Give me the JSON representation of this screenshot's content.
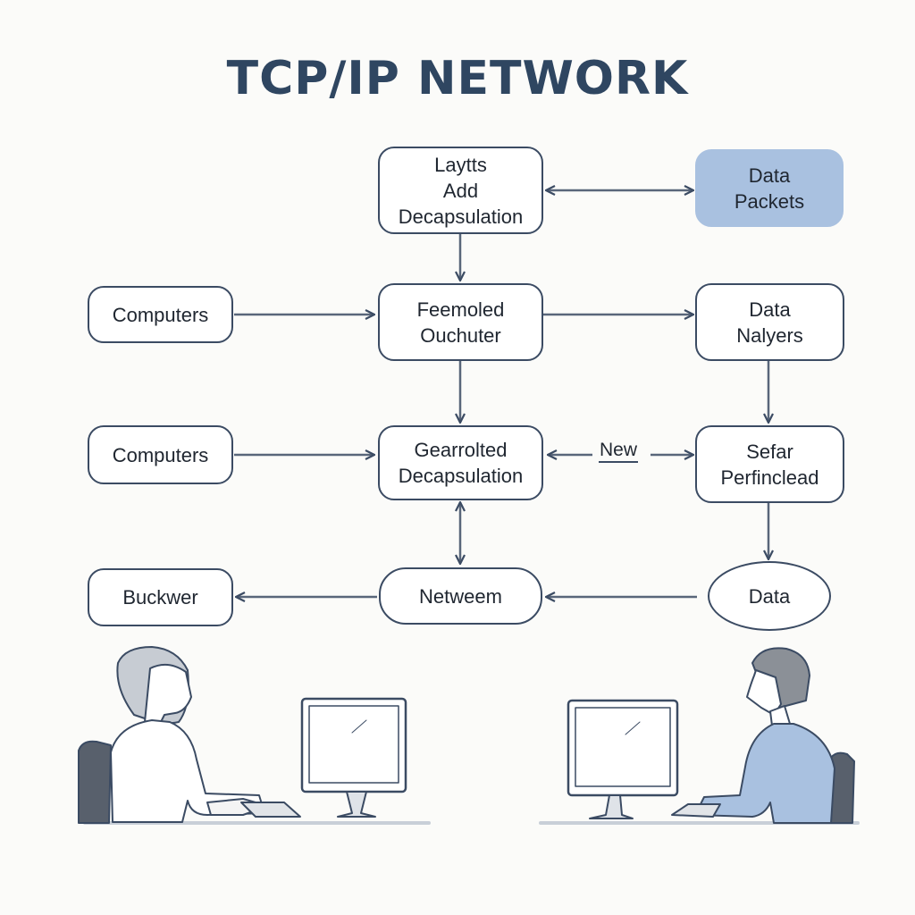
{
  "title": "TCP/IP NETWORK",
  "nodes": {
    "layers": [
      "Laytts",
      "Add",
      "Decapsulation"
    ],
    "data_packets": [
      "Data",
      "Packets"
    ],
    "computers_1": [
      "Computers"
    ],
    "feemoled": [
      "Feemoled",
      "Ouchuter"
    ],
    "data_nalyers": [
      "Data",
      "Nalyers"
    ],
    "computers_2": [
      "Computers"
    ],
    "gearrolted": [
      "Gearrolted",
      "Decapsulation"
    ],
    "sefar": [
      "Sefar",
      "Perfinclead"
    ],
    "buckwer": [
      "Buckwer"
    ],
    "netweem": [
      "Netweem"
    ],
    "data": [
      "Data"
    ]
  },
  "edge_labels": {
    "new": "New"
  },
  "colors": {
    "stroke": "#3b4b63",
    "accent_fill": "#a9c1e0",
    "title": "#2f4661"
  }
}
